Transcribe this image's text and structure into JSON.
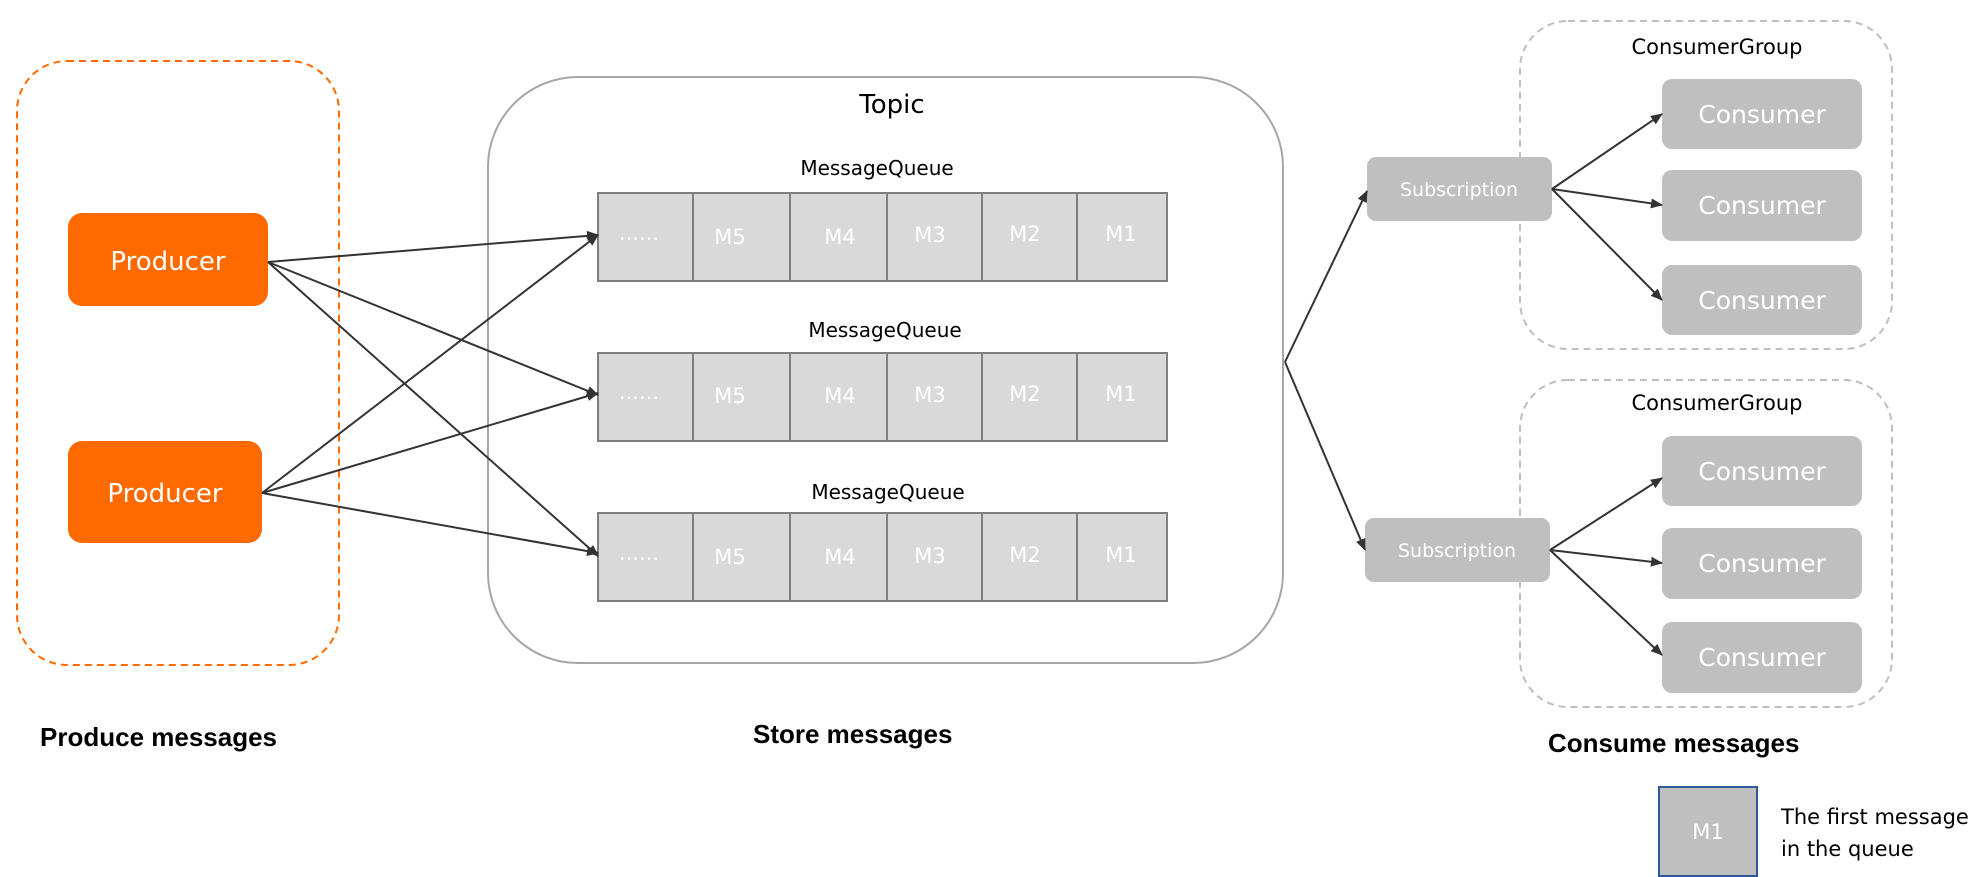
{
  "producers": {
    "items": [
      {
        "label": "Producer"
      },
      {
        "label": "Producer"
      }
    ],
    "section_label": "Produce messages"
  },
  "topic": {
    "title": "Topic",
    "queues": [
      {
        "label": "MessageQueue",
        "cells": [
          "……",
          "M5",
          "M4",
          "M3",
          "M2",
          "M1"
        ]
      },
      {
        "label": "MessageQueue",
        "cells": [
          "……",
          "M5",
          "M4",
          "M3",
          "M2",
          "M1"
        ]
      },
      {
        "label": "MessageQueue",
        "cells": [
          "……",
          "M5",
          "M4",
          "M3",
          "M2",
          "M1"
        ]
      }
    ],
    "section_label": "Store messages"
  },
  "consumption": {
    "subscriptions": [
      {
        "label": "Subscription"
      },
      {
        "label": "Subscription"
      }
    ],
    "groups": [
      {
        "title": "ConsumerGroup",
        "consumers": [
          "Consumer",
          "Consumer",
          "Consumer"
        ]
      },
      {
        "title": "ConsumerGroup",
        "consumers": [
          "Consumer",
          "Consumer",
          "Consumer"
        ]
      }
    ],
    "section_label": "Consume messages"
  },
  "legend": {
    "cell_label": "M1",
    "description_line1": "The first message",
    "description_line2": "in the queue"
  },
  "colors": {
    "producer_fill": "#FF6A00",
    "producer_border_dashed": "#FF6A00",
    "cell_fill": "#D9D9D9",
    "cell_border": "#7F7F7F",
    "box_fill": "#BFBFBF",
    "topic_border": "#A6A6A6",
    "group_border": "#BFBFBF",
    "legend_border": "#2E5A9A",
    "arrow": "#333333",
    "text_dark": "#000000",
    "text_light": "#ffffff"
  }
}
